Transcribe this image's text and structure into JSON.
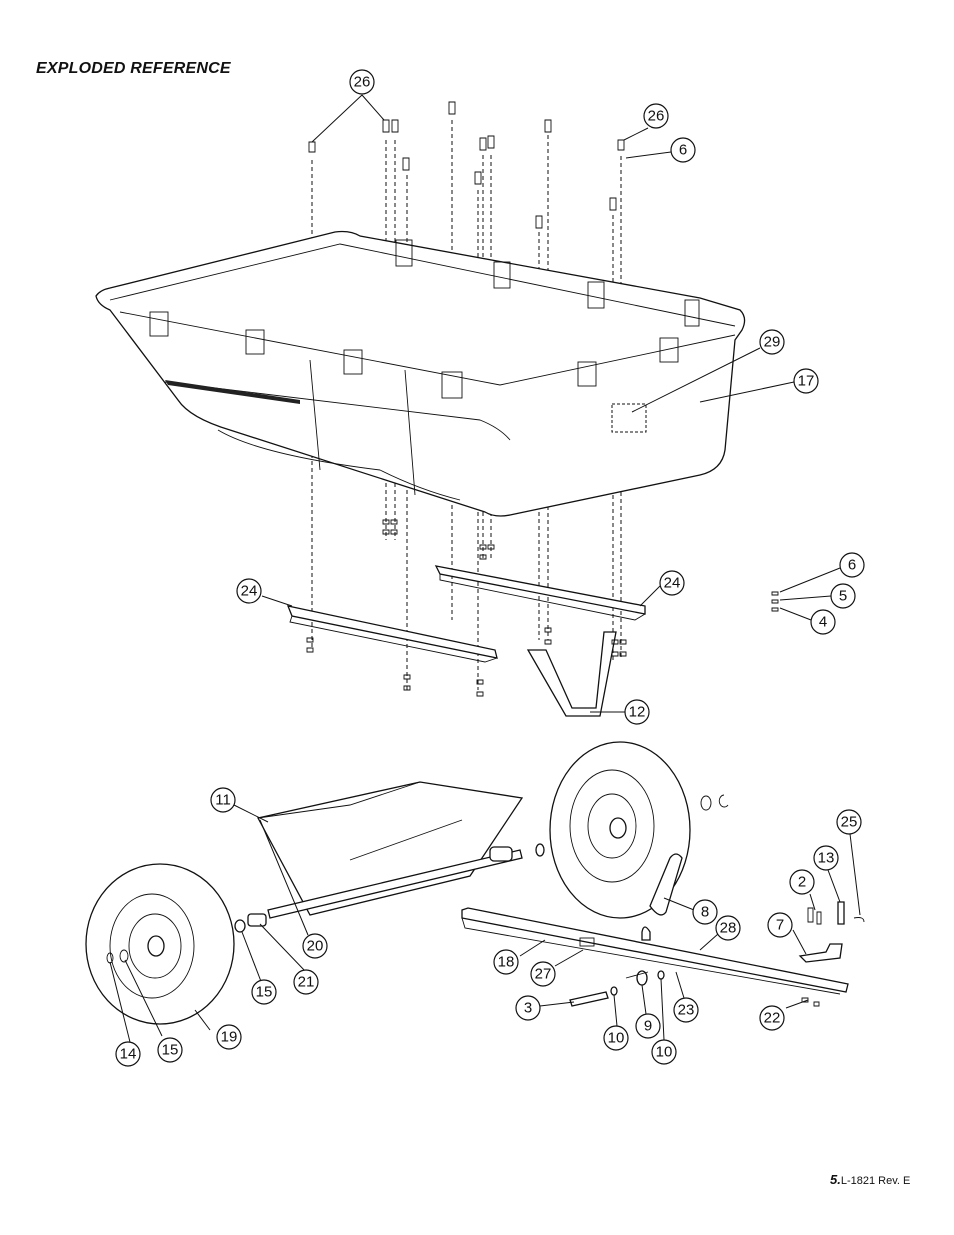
{
  "heading": "EXPLODED REFERENCE",
  "footer": {
    "page": "5.",
    "doc": "L-1821 Rev. E"
  },
  "callouts": [
    "26",
    "26",
    "6",
    "29",
    "17",
    "6",
    "5",
    "4",
    "24",
    "24",
    "12",
    "11",
    "25",
    "13",
    "2",
    "7",
    "8",
    "28",
    "18",
    "27",
    "20",
    "21",
    "15",
    "19",
    "14",
    "15",
    "3",
    "10",
    "9",
    "10",
    "23",
    "22"
  ]
}
